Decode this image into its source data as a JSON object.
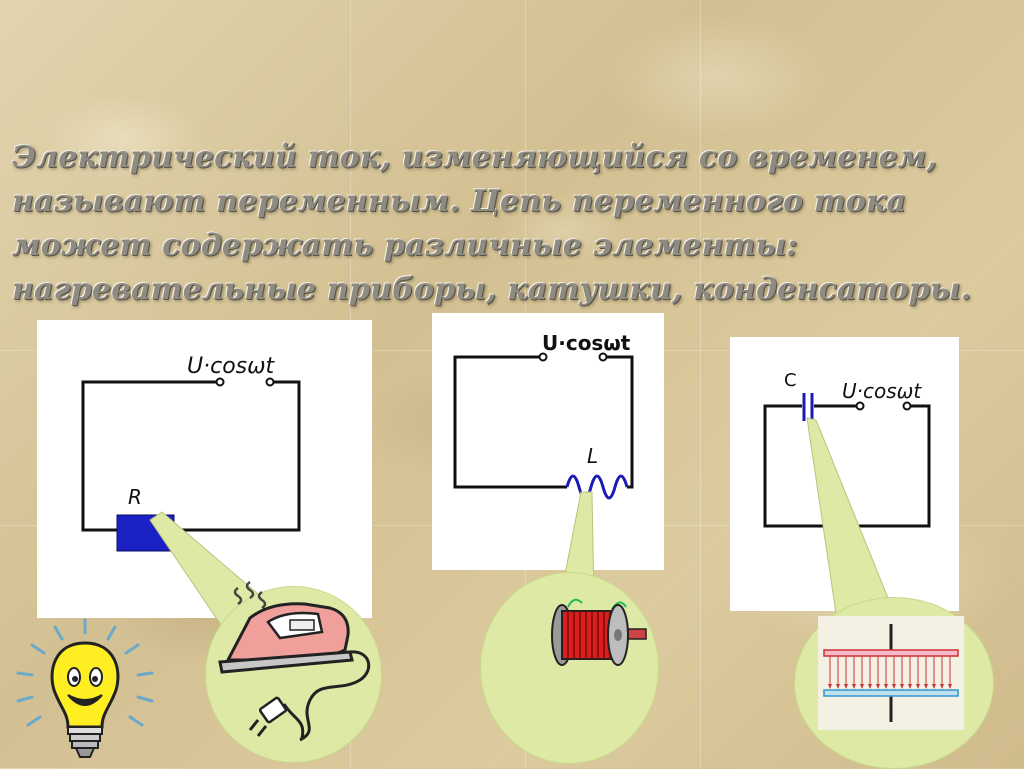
{
  "heading": {
    "lines": [
      "Электрический ток, изменяющийся со временем,",
      "называют переменным. Цепь переменного тока",
      "может содержать различные элементы:",
      "нагревательные приборы, катушки, конденсаторы."
    ]
  },
  "circuits": {
    "resistor": {
      "source_label": "U·cosωt",
      "element_label": "R",
      "element_color": "#1c21c4"
    },
    "coil": {
      "source_label": "U·cosωt",
      "element_label": "L",
      "element_color": "#1a1ab8"
    },
    "capacitor": {
      "source_label": "U·cosωt",
      "element_label": "C",
      "element_color": "#1a1ab8"
    }
  },
  "colors": {
    "bubble": "#dde9a4",
    "heading_text": "#8e8b82"
  },
  "icons": [
    "light-bulb-icon",
    "electric-iron-icon",
    "coil-spool-icon",
    "capacitor-field-icon"
  ]
}
